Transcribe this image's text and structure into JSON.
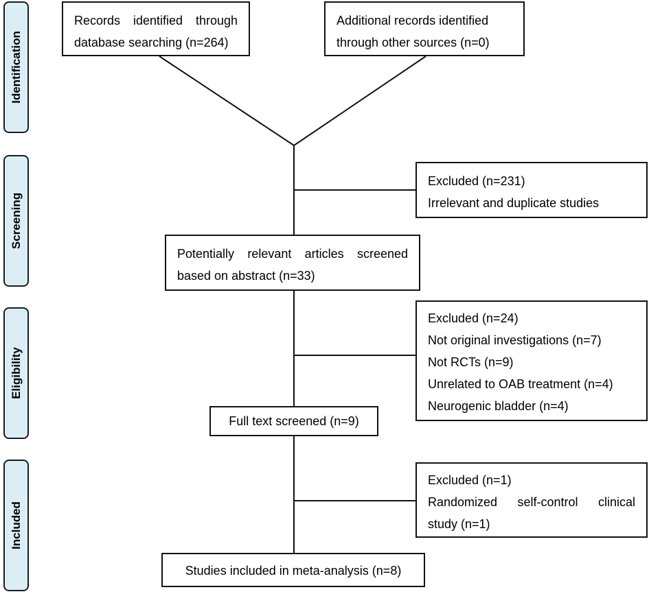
{
  "stages": {
    "identification": "Identification",
    "screening": "Screening",
    "eligibility": "Eligibility",
    "included": "Included"
  },
  "boxes": {
    "database_records": [
      "Records identified through",
      "database searching (n=264)"
    ],
    "other_records": [
      "Additional records identified",
      "through other sources (n=0)"
    ],
    "excluded_screening": [
      "Excluded (n=231)",
      "Irrelevant and duplicate studies"
    ],
    "abstract_screened": [
      "Potentially relevant articles screened",
      "based on abstract (n=33)"
    ],
    "excluded_eligibility": [
      "Excluded (n=24)",
      "Not original investigations (n=7)",
      "Not RCTs (n=9)",
      "Unrelated to OAB treatment (n=4)",
      "Neurogenic bladder (n=4)"
    ],
    "full_text": "Full text screened (n=9)",
    "excluded_included": [
      "Excluded (n=1)",
      "Randomized self-control clinical",
      "study (n=1)"
    ],
    "meta_analysis": "Studies included in meta-analysis (n=8)"
  },
  "colors": {
    "stage_fill": "#dbeef8",
    "border": "#111111"
  }
}
